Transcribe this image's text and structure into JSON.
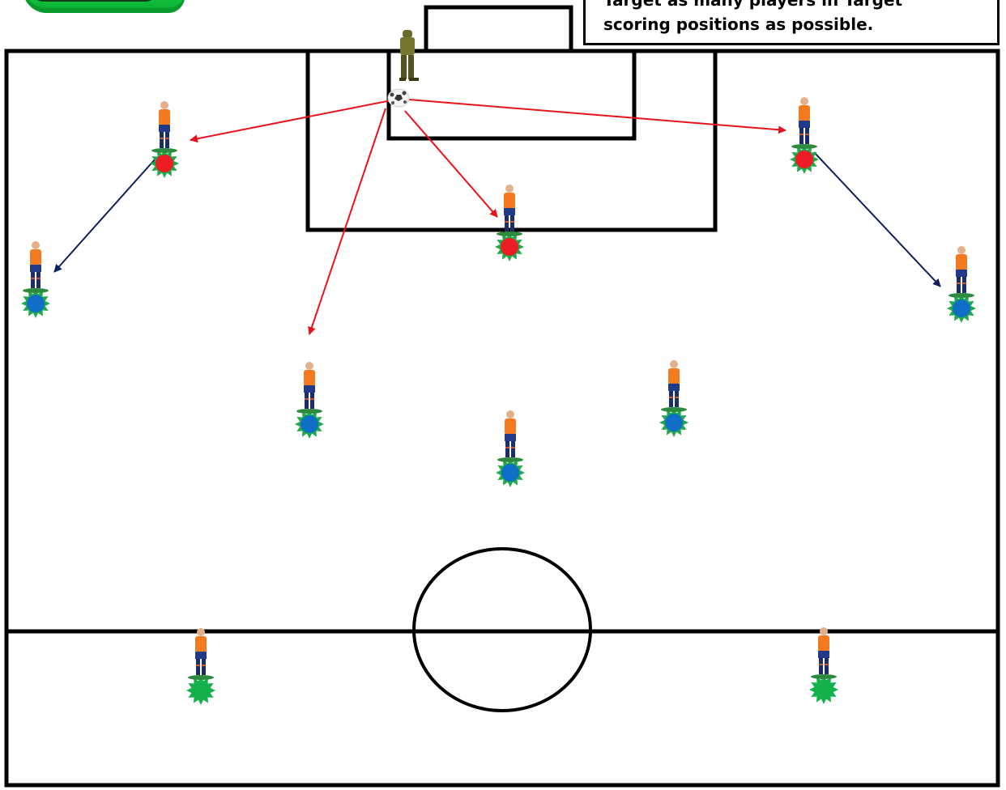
{
  "note": {
    "line1": "Target as many players in Target",
    "line2": "scoring positions as possible."
  },
  "colors": {
    "field_lines": "#000000",
    "pass_arrow": "#e8141b",
    "movement_arrow": "#0d1f5c",
    "zone_red": "#ee1c24",
    "zone_blue": "#0f6fc6",
    "zone_green": "#14b14b",
    "zone_spikes": "#1faa4a",
    "logo_green": "#18d24a"
  },
  "legend_markers": {
    "red": "target-position-marker",
    "blue": "support-position-marker",
    "green": "deep-position-marker"
  },
  "icons": {
    "goalkeeper": "goalkeeper-figure",
    "ball": "soccer-ball",
    "player": "player-figure"
  }
}
